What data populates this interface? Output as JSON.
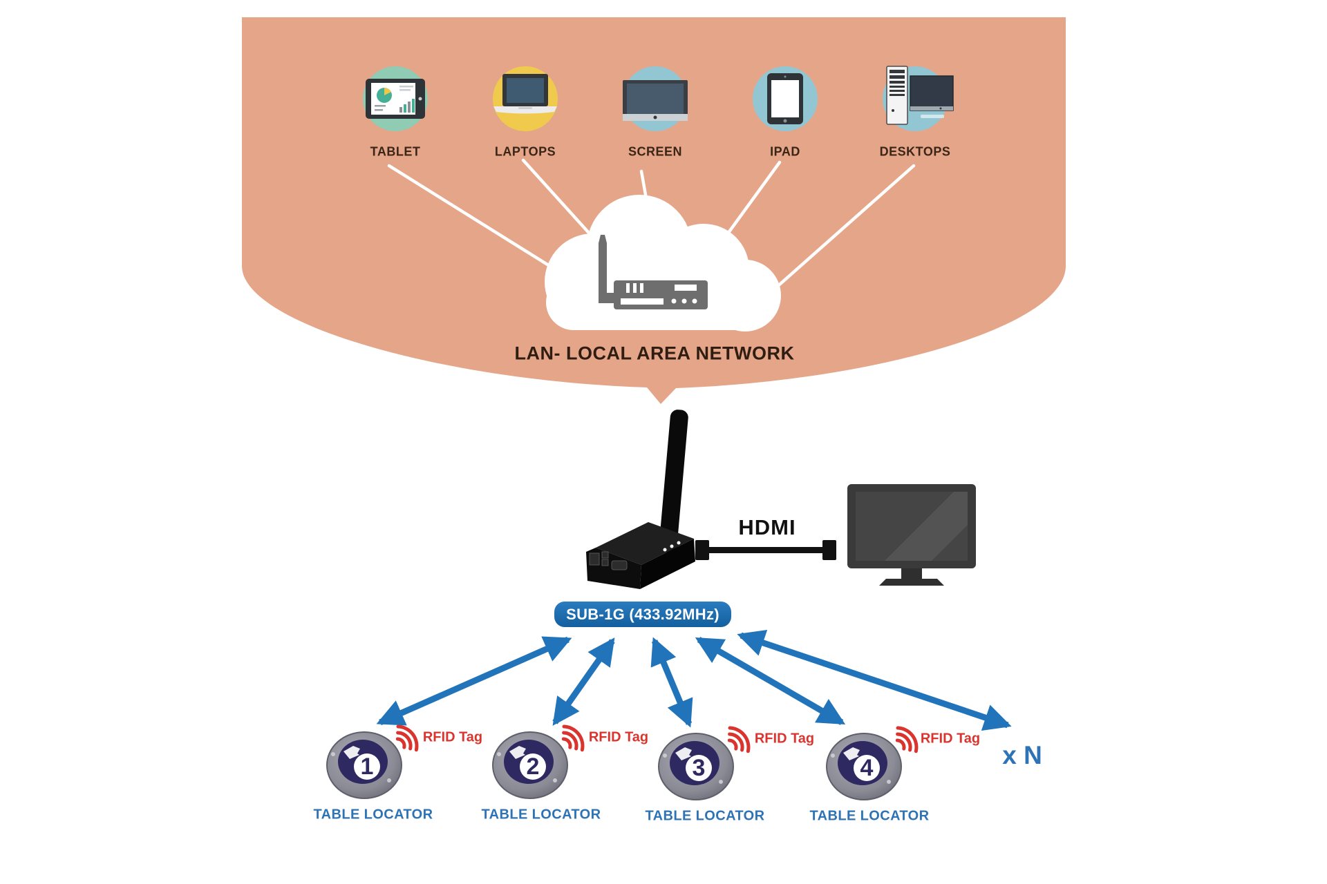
{
  "colors": {
    "blob": "#e5a588",
    "mint_circle": "#8fccb3",
    "yellow_circle": "#f0ca4d",
    "blue_circle": "#93c6d3",
    "cloud": "#ffffff",
    "router_gray": "#6e6e6e",
    "device_label": "#3a2517",
    "arrow_blue": "#2174ba",
    "pill_blue": "#1b6cb6",
    "rfid_red": "#d9352e",
    "locator_blue": "#2e73b5",
    "hardware_black": "#111111"
  },
  "devices": [
    {
      "label": "TABLET"
    },
    {
      "label": "LAPTOPS"
    },
    {
      "label": "SCREEN"
    },
    {
      "label": "IPAD"
    },
    {
      "label": "DESKTOPS"
    }
  ],
  "lan": {
    "label": "LAN- LOCAL AREA NETWORK"
  },
  "receiver": {
    "hdmi_label": "HDMI",
    "band_label": "SUB-1G (433.92MHz)"
  },
  "locators": [
    {
      "number": "1",
      "rfid_label": "RFID Tag",
      "label": "TABLE LOCATOR"
    },
    {
      "number": "2",
      "rfid_label": "RFID Tag",
      "label": "TABLE LOCATOR"
    },
    {
      "number": "3",
      "rfid_label": "RFID Tag",
      "label": "TABLE LOCATOR"
    },
    {
      "number": "4",
      "rfid_label": "RFID Tag",
      "label": "TABLE LOCATOR"
    }
  ],
  "more_label": "x N"
}
